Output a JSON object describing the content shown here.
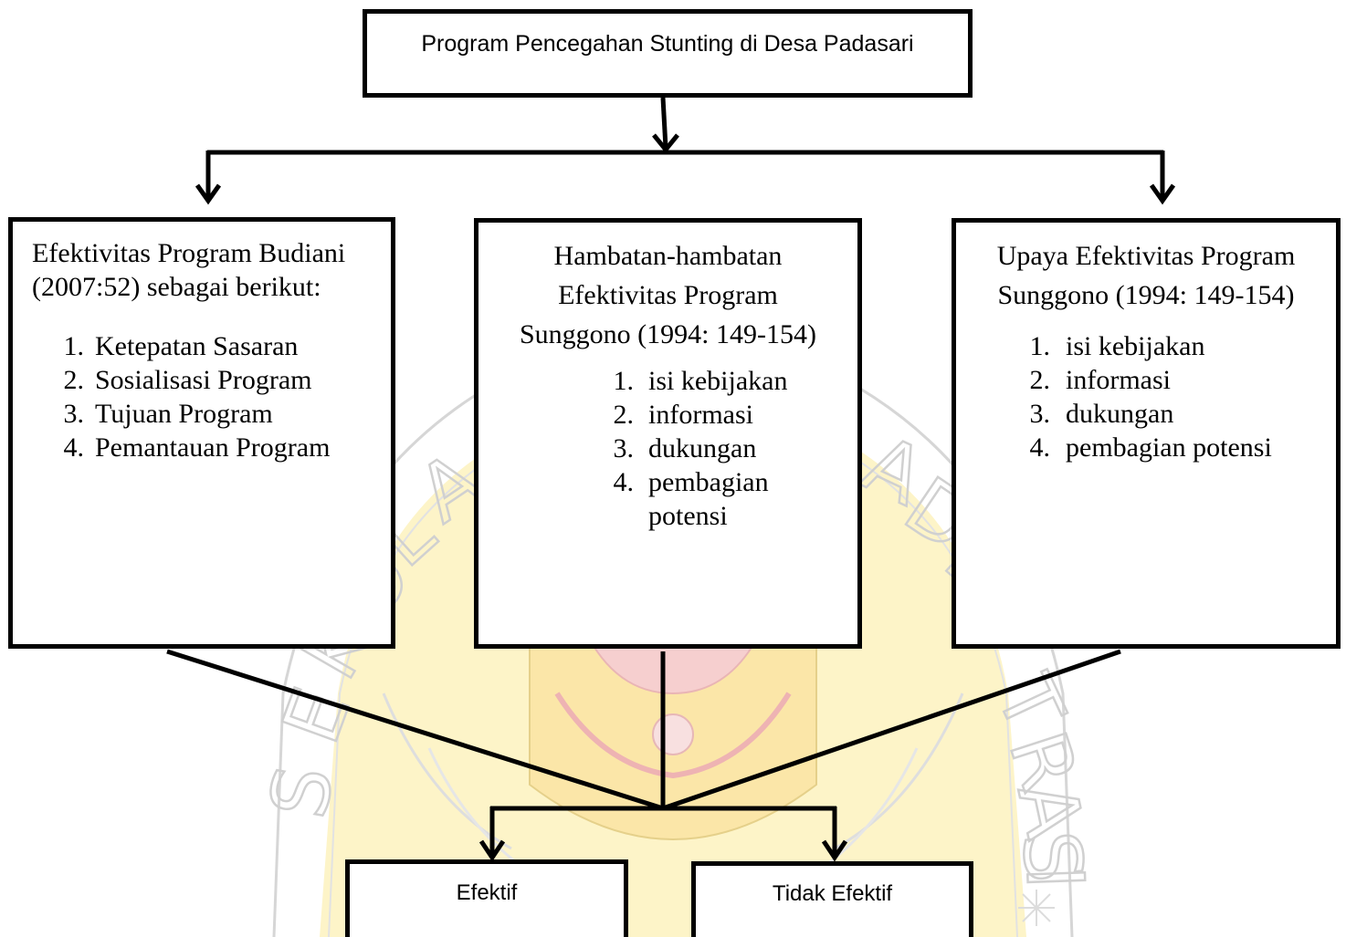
{
  "top": {
    "title": "Program Pencegahan Stunting di Desa Padasari"
  },
  "left": {
    "heading_line1": "Efektivitas Program Budiani",
    "heading_line2": "(2007:52)  sebagai berikut:",
    "items": [
      {
        "num": "1.",
        "text": "Ketepatan Sasaran"
      },
      {
        "num": "2.",
        "text": "Sosialisasi Program"
      },
      {
        "num": "3.",
        "text": "Tujuan Program"
      },
      {
        "num": "4.",
        "text": "Pemantauan Program"
      }
    ]
  },
  "middle": {
    "heading_line1": "Hambatan-hambatan",
    "heading_line2": "Efektivitas Program",
    "heading_line3": "Sunggono (1994: 149-154)",
    "items": [
      {
        "num": "1.",
        "text": "isi kebijakan"
      },
      {
        "num": "2.",
        "text": "informasi"
      },
      {
        "num": "3.",
        "text": "dukungan"
      },
      {
        "num": "4.",
        "text": "pembagian potensi"
      }
    ]
  },
  "right": {
    "heading_line1": "Upaya Efektivitas Program",
    "heading_line2": "Sunggono (1994: 149-154)",
    "items": [
      {
        "num": "1.",
        "text": "isi kebijakan"
      },
      {
        "num": "2.",
        "text": "informasi"
      },
      {
        "num": "3.",
        "text": "dukungan"
      },
      {
        "num": "4.",
        "text": "pembagian potensi"
      }
    ]
  },
  "outcomes": {
    "efektif": "Efektif",
    "tidak_efektif": "Tidak Efektif"
  },
  "watermark": {
    "text": "SEKOLAH TINGGI ILMU ADMINISTRASI",
    "colors": {
      "yellow": "#fbe8a0",
      "red": "#f2c0c0",
      "outline": "#d0d0d0"
    }
  }
}
